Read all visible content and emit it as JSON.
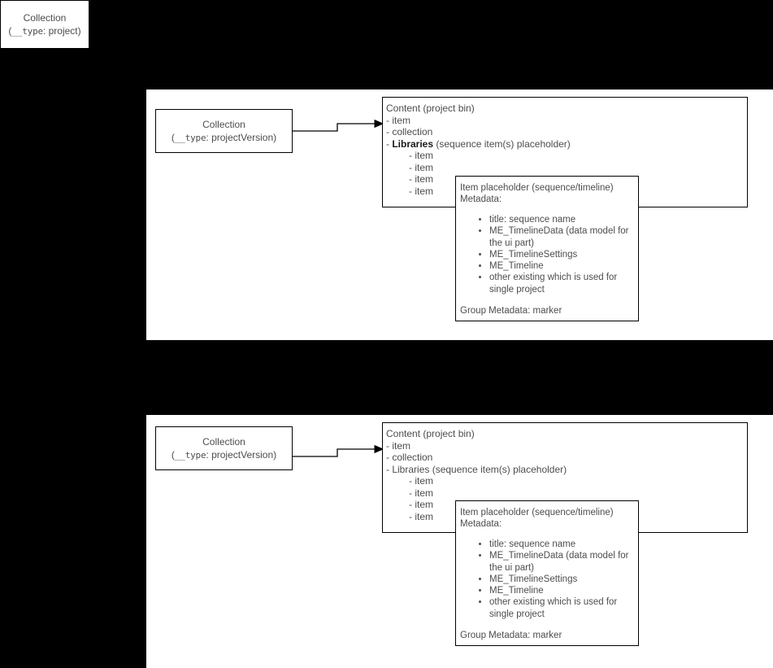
{
  "meta": {
    "background_color": "#000000",
    "panel_color": "#ffffff",
    "stroke_color": "#000000",
    "text_color": "#4d4d4d",
    "emphasis_color": "#1a1a1a"
  },
  "top_left_box": {
    "name": "collection-project",
    "title": "Collection",
    "subtype_open": "(",
    "subtype_key": "__type",
    "subtype_sep": ": ",
    "subtype_value": "project",
    "subtype_close": ")"
  },
  "diagrams": [
    {
      "id": "diagram-libraries-bold",
      "collection_box": {
        "title": "Collection",
        "subtype_open": "(",
        "subtype_key": "__type",
        "subtype_sep": ": ",
        "subtype_value": "projectVersion",
        "subtype_close": ")"
      },
      "arrow": {
        "name": "connector-arrow",
        "direction": "right"
      },
      "content_box": {
        "heading": "Content (project bin)",
        "lines": [
          "- item",
          "- collection"
        ],
        "libraries_prefix": "- ",
        "libraries_label": "Libraries",
        "libraries_bold": true,
        "libraries_suffix": " (sequence item(s) placeholder)",
        "nested_items": [
          "- item",
          "- item",
          "- item",
          "- item"
        ]
      },
      "item_box": {
        "heading_line_1": "Item placeholder (sequence/timeline)",
        "heading_line_2": "Metadata:",
        "bullets": [
          "title: sequence name",
          "ME_TimelineData (data model for the ui part)",
          "ME_TimelineSettings",
          "ME_Timeline",
          "other existing which is used for single project"
        ],
        "footer": "Group Metadata: marker"
      }
    },
    {
      "id": "diagram-libraries-plain",
      "collection_box": {
        "title": "Collection",
        "subtype_open": "(",
        "subtype_key": "__type",
        "subtype_sep": ": ",
        "subtype_value": "projectVersion",
        "subtype_close": ")"
      },
      "arrow": {
        "name": "connector-arrow",
        "direction": "right"
      },
      "content_box": {
        "heading": "Content (project bin)",
        "lines": [
          "- item",
          "- collection"
        ],
        "libraries_prefix": "- ",
        "libraries_label": "Libraries",
        "libraries_bold": false,
        "libraries_suffix": " (sequence item(s) placeholder)",
        "nested_items": [
          "- item",
          "- item",
          "- item",
          "- item"
        ]
      },
      "item_box": {
        "heading_line_1": "Item placeholder (sequence/timeline)",
        "heading_line_2": "Metadata:",
        "bullets": [
          "title: sequence name",
          "ME_TimelineData (data model for the ui part)",
          "ME_TimelineSettings",
          "ME_Timeline",
          "other existing which is used for single project"
        ],
        "footer": "Group Metadata: marker"
      }
    }
  ]
}
